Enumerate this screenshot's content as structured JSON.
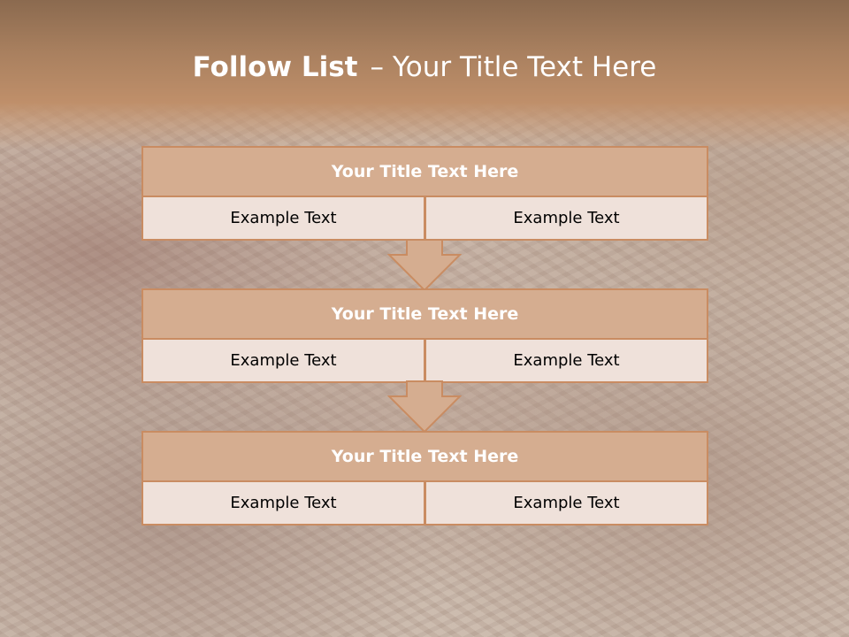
{
  "slide": {
    "title_bold": "Follow List",
    "title_dash": "–",
    "title_rest": "Your Title Text Here"
  },
  "blocks": [
    {
      "title": "Your Title Text Here",
      "cells": [
        "Example Text",
        "Example Text"
      ]
    },
    {
      "title": "Your Title Text Here",
      "cells": [
        "Example Text",
        "Example Text"
      ]
    },
    {
      "title": "Your Title Text Here",
      "cells": [
        "Example Text",
        "Example Text"
      ]
    }
  ],
  "colors": {
    "header_band": "#b78762",
    "title_fill": "#d5ad90",
    "border": "#c98c62",
    "cell_fill": "#efe1da",
    "arrow_fill": "#d5ad90"
  },
  "icons": {
    "connector": "down-arrow-icon"
  }
}
